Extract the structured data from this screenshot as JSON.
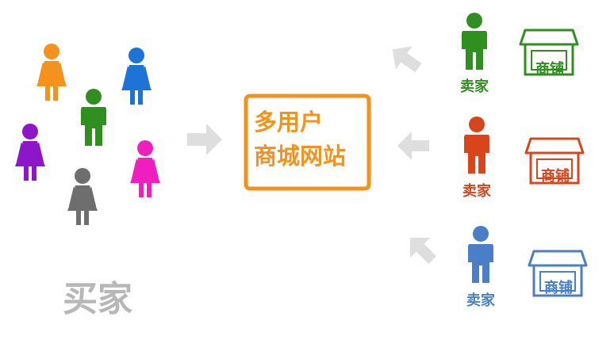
{
  "buyers": {
    "label": "买家",
    "label_color": "#b7b7b7",
    "figures": [
      {
        "gender": "female",
        "color": "#f5921e"
      },
      {
        "gender": "female",
        "color": "#1e73d6"
      },
      {
        "gender": "male",
        "color": "#2f8f1f"
      },
      {
        "gender": "female",
        "color": "#8e16c9"
      },
      {
        "gender": "female",
        "color": "#ee1fbe"
      },
      {
        "gender": "female",
        "color": "#6e6e6e"
      }
    ]
  },
  "platform": {
    "line1": "多用户",
    "line2": "商城网站",
    "color": "#f5921e"
  },
  "sellers": [
    {
      "label": "卖家",
      "store_label": "商铺",
      "color": "#2f8f1f"
    },
    {
      "label": "卖家",
      "store_label": "商铺",
      "color": "#d8451c"
    },
    {
      "label": "卖家",
      "store_label": "商铺",
      "color": "#4a7fc7"
    }
  ],
  "arrow_color": "#dedede",
  "icons": {
    "person": "person-icon",
    "store": "store-icon",
    "arrow": "arrow-icon"
  }
}
